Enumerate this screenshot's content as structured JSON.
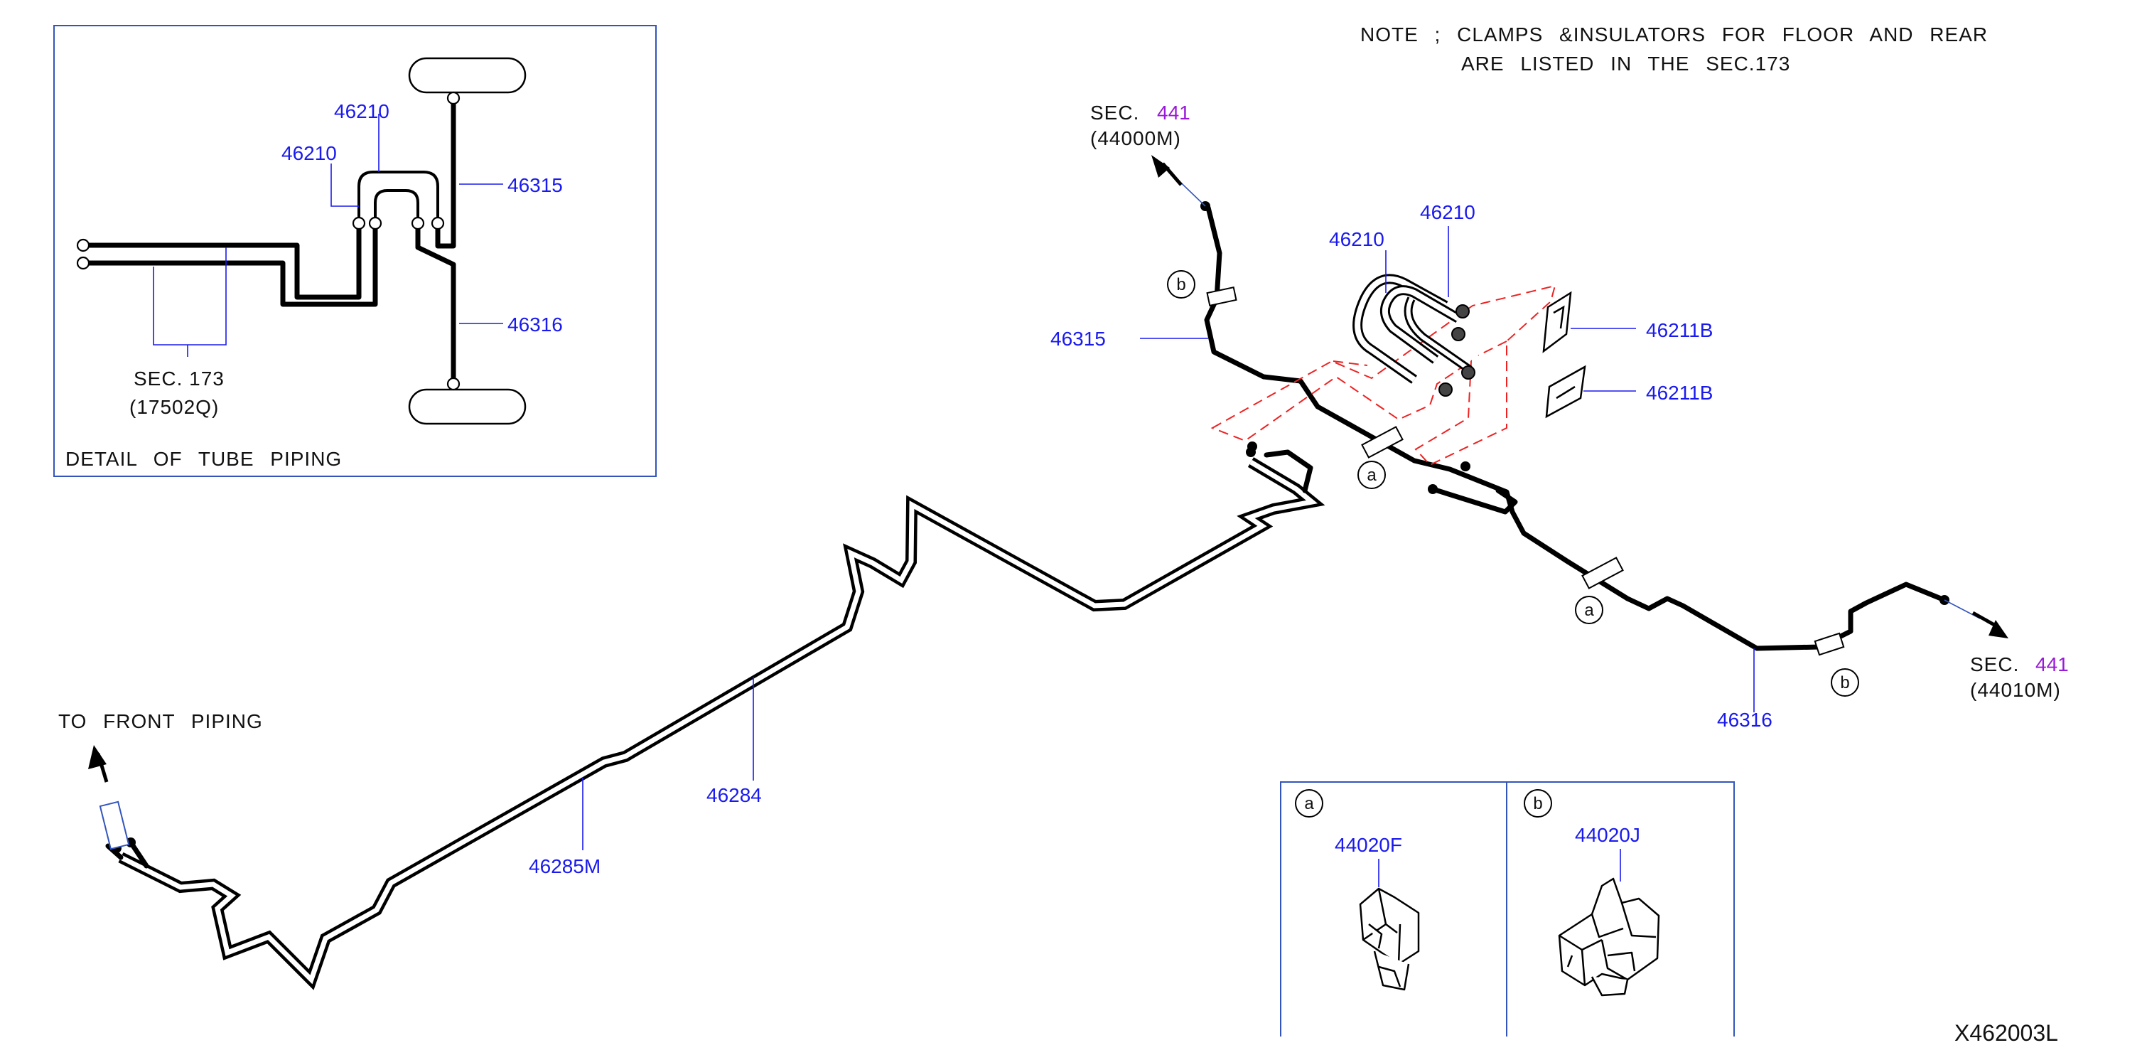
{
  "note": {
    "line1": "NOTE ; CLAMPS &INSULATORS FOR FLOOR AND REAR",
    "line2": "ARE LISTED IN THE SEC.173"
  },
  "detail": {
    "title": "DETAIL OF TUBE PIPING",
    "parts": {
      "p46210_a": "46210",
      "p46210_b": "46210",
      "p46315": "46315",
      "p46316": "46316"
    },
    "sec_label": "SEC. 173",
    "sec_code": "(17502Q)"
  },
  "main": {
    "sec_top": {
      "label": "SEC.",
      "num": "441",
      "code": "(44000M)"
    },
    "sec_right": {
      "label": "SEC.",
      "num": "441",
      "code": "(44010M)"
    },
    "front_piping": "TO FRONT PIPING",
    "parts": {
      "p46210_left": "46210",
      "p46210_right": "46210",
      "p46211B_top": "46211B",
      "p46211B_bottom": "46211B",
      "p46315": "46315",
      "p46316": "46316",
      "p46284": "46284",
      "p46285M": "46285M"
    },
    "callouts": {
      "a": "a",
      "b": "b"
    }
  },
  "clips": {
    "a": {
      "letter": "a",
      "part": "44020F"
    },
    "b": {
      "letter": "b",
      "part": "44020J"
    }
  },
  "diagram_code": "X462003L",
  "colors": {
    "part_number": "#1a1aee",
    "section_ref": "#9a1ad9",
    "frame": "#3355bb",
    "phantom": "#ee2222"
  }
}
